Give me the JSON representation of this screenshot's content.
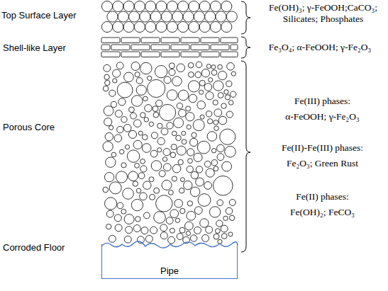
{
  "diagram": {
    "nodes": [
      {
        "text": [
          "Pipe"
        ]
      }
    ],
    "labels": [
      "Top Surface Layer",
      "Shell-like Layer",
      "Porous Core",
      "Corroded Floor",
      "Fe(OH)₃; γ-FeOOH;CaCO₃; Silicates; Phosphates",
      "Fe₃O₄; α-FeOOH; γ-Fe₂O₃",
      "Fe(III) phases:",
      "α-FeOOH; γ-Fe₂O₃",
      "Fe(II)-Fe(III) phases:",
      "Fe₂O₃; Green Rust",
      "Fe(II) phases:",
      "Fe(OH)₂; FeCO₃"
    ]
  }
}
